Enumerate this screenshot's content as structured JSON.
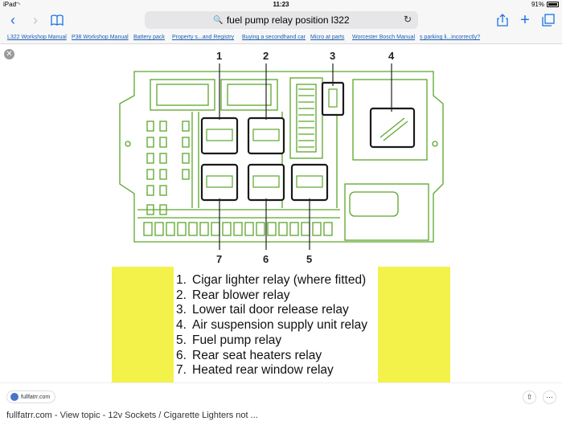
{
  "status": {
    "device": "iPad",
    "time": "11:23",
    "battery": "91%"
  },
  "toolbar": {
    "search_query": "fuel pump relay position l322",
    "back_icon": "chevron-left-icon",
    "forward_icon": "chevron-right-icon",
    "bookmarks_icon": "book-icon",
    "share_icon": "share-icon",
    "add_icon": "plus-icon",
    "tabs_icon": "tabs-icon"
  },
  "bookmarks": [
    "L322 Workshop Manual",
    "P38 Workshop Manual",
    "Battery pack",
    "Property s...and Registry",
    "Buying a secondhand car",
    "Micro at parts",
    "Worcester Bosch Manual",
    "s parking li...incorrectly?"
  ],
  "diagram": {
    "top_labels": [
      "1",
      "2",
      "3",
      "4"
    ],
    "bottom_labels": [
      "7",
      "6",
      "5"
    ],
    "line_color": "#5aa62a",
    "relay_color": "#1a1a1a"
  },
  "legend": {
    "items": [
      {
        "num": "1.",
        "text": "Cigar lighter relay (where fitted)"
      },
      {
        "num": "2.",
        "text": "Rear blower relay"
      },
      {
        "num": "3.",
        "text": "Lower tail door release relay"
      },
      {
        "num": "4.",
        "text": "Air suspension supply unit relay"
      },
      {
        "num": "5.",
        "text": "Fuel pump relay"
      },
      {
        "num": "6.",
        "text": "Rear seat heaters relay"
      },
      {
        "num": "7.",
        "text": "Heated rear window relay"
      }
    ],
    "highlight_color": "#f3f24b"
  },
  "footer": {
    "source": "fullfatrr.com",
    "title": "fullfatrr.com - View topic - 12v Sockets / Cigarette Lighters not ..."
  }
}
